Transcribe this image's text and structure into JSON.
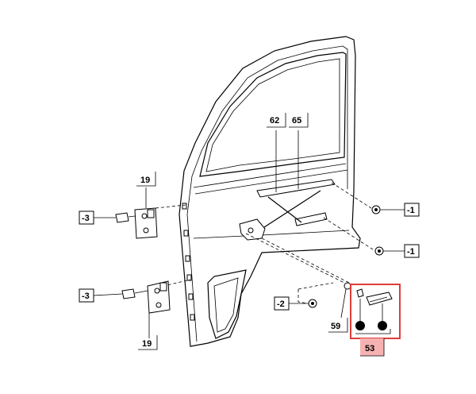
{
  "callouts": {
    "c62": "62",
    "c65": "65",
    "c19_top": "19",
    "c19_bottom": "19",
    "cm3_top": "-3",
    "cm3_bottom": "-3",
    "cm1_top": "-1",
    "cm1_bottom": "-1",
    "cm2": "-2",
    "c59": "59",
    "c53": "53"
  },
  "colors": {
    "highlight": "#e03c3c",
    "highlight_fill": "#f6b2b2",
    "ink": "#000000"
  },
  "icons": {
    "bolt": "bolt-icon",
    "hinge": "hinge-icon",
    "handle": "door-handle-icon"
  }
}
